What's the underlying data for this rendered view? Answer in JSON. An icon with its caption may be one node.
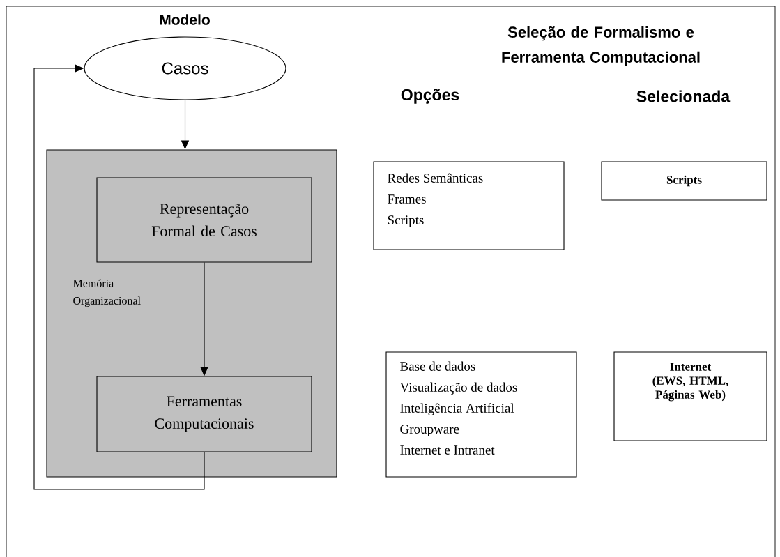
{
  "diagram": {
    "nodes": [
      {
        "text": [
          "Casos"
        ]
      },
      {
        "text": [
          "Memória Organizacional"
        ]
      },
      {
        "text": [
          "Representação Formal de Casos"
        ],
        "in": 1
      },
      {
        "text": [
          "Ferramentas Computacionais"
        ],
        "in": 1
      },
      {
        "text": [
          "Redes Semânticas",
          "Frames",
          "Scripts"
        ]
      },
      {
        "text": [
          "Scripts"
        ]
      },
      {
        "text": [
          "Base de dados",
          "Visualização de dados",
          "Inteligência Artificial",
          "Groupware",
          "Internet e Intranet"
        ]
      },
      {
        "text": [
          "Internet",
          "(EWS, HTML, Páginas Web)"
        ]
      }
    ],
    "edges": [
      {
        "from": 0,
        "to": 1,
        "arrow": "to"
      },
      {
        "from": 2,
        "to": 3,
        "arrow": "to"
      },
      {
        "from": 3,
        "to": 0,
        "arrow": "to"
      }
    ],
    "labels": [
      "Modelo",
      "Seleção de Formalismo e Ferramenta Computacional",
      "Opções",
      "Selecionada"
    ]
  }
}
